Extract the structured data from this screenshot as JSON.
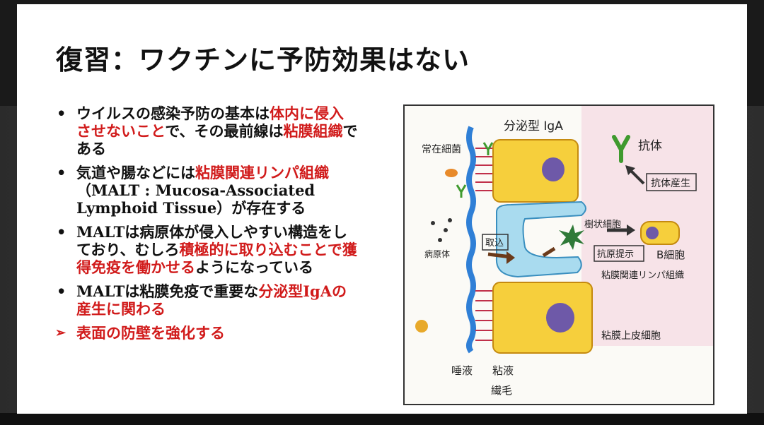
{
  "slide": {
    "title": "復習：ワクチンに予防効果はない",
    "bullets": [
      {
        "segments": [
          {
            "text": "ウイルスの感染予防の基本は",
            "red": false
          },
          {
            "text": "体内に侵入させないこと",
            "red": true
          },
          {
            "text": "で、その最前線は",
            "red": false
          },
          {
            "text": "粘膜組織",
            "red": true
          },
          {
            "text": "である",
            "red": false
          }
        ]
      },
      {
        "segments": [
          {
            "text": "気道や腸などには",
            "red": false
          },
          {
            "text": "粘膜関連リンパ組織",
            "red": true
          },
          {
            "text": "（MALT : Mucosa-Associated Lymphoid Tissue）が存在する",
            "red": false
          }
        ]
      },
      {
        "segments": [
          {
            "text": "MALTは病原体が侵入しやすい構造をしており、むしろ",
            "red": false
          },
          {
            "text": "積極的に取り込むことで獲得免疫を働かせる",
            "red": true
          },
          {
            "text": "ようになっている",
            "red": false
          }
        ]
      },
      {
        "segments": [
          {
            "text": "MALTは粘膜免疫で重要な",
            "red": false
          },
          {
            "text": "分泌型IgAの産生に関わる",
            "red": true
          }
        ]
      }
    ],
    "conclusion": "表面の防壁を強化する",
    "bullet_glyph": "•",
    "arrow_glyph": "➢"
  },
  "figure": {
    "labels": {
      "secretory_iga": "分泌型 IgA",
      "resident_bacteria": "常在細菌",
      "antibody": "抗体",
      "antibody_production": "抗体産生",
      "uptake": "取込",
      "pathogen": "病原体",
      "dendritic_cell": "樹状細胞",
      "antigen_presentation": "抗原提示",
      "b_cell": "B細胞",
      "malt": "粘膜関連リンパ組織",
      "epithelial_cell": "粘膜上皮細胞",
      "saliva": "唾液",
      "mucus": "粘液",
      "cilia": "繊毛"
    },
    "colors": {
      "cell_fill": "#f6cf3c",
      "nucleus": "#6e59a8",
      "mucus_layer": "#2f7fd6",
      "m_cell": "#a9dbef",
      "antibody": "#3f9a2e",
      "cilia": "#c0304a",
      "lamina": "#f1b8cf"
    }
  }
}
